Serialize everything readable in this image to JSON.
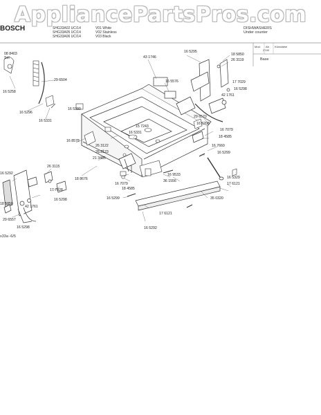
{
  "watermark": "AppliancePartsPros.com",
  "header": {
    "brand": "BOSCH",
    "models": [
      "SHG33A02 UC/14",
      "SHG33A05 UC/14",
      "SHG33A06 UC/14"
    ],
    "variants": [
      "V01 White",
      "V02 Stainless",
      "V03 Black"
    ],
    "product": "DISHWASHERS",
    "subtype": "Under counter",
    "table_head": [
      "Mod.",
      "Ab",
      "Kürzdatne"
    ],
    "table_cell": "2749",
    "table_label": "Base"
  },
  "footer": {
    "reference": "x33a -6/5"
  },
  "parts": [
    "08 8403",
    "Set",
    "29 6504",
    "16 5258",
    "16 5296",
    "16 5331",
    "16 5330",
    "16 8578",
    "43 1746",
    "16 5576",
    "16 5295",
    "18 5850",
    "26 3119",
    "17 7029",
    "16 5298",
    "42 1761",
    "15 7243",
    "16 5331",
    "29 6570",
    "16 5208",
    "16 7079",
    "18 4585",
    "16 7660",
    "16 5299",
    "26 3122",
    "26 3123",
    "21 3485",
    "26 3115",
    "18 8676",
    "16 9533",
    "36 1556",
    "16 7079",
    "18 4585",
    "16 5299",
    "16 5329",
    "17 6121",
    "35 0320",
    "17 6121",
    "16 5292",
    "17 7028",
    "16 5298",
    "16 5292",
    "18 5850",
    "29 6557",
    "42 1761",
    "16 5298"
  ]
}
